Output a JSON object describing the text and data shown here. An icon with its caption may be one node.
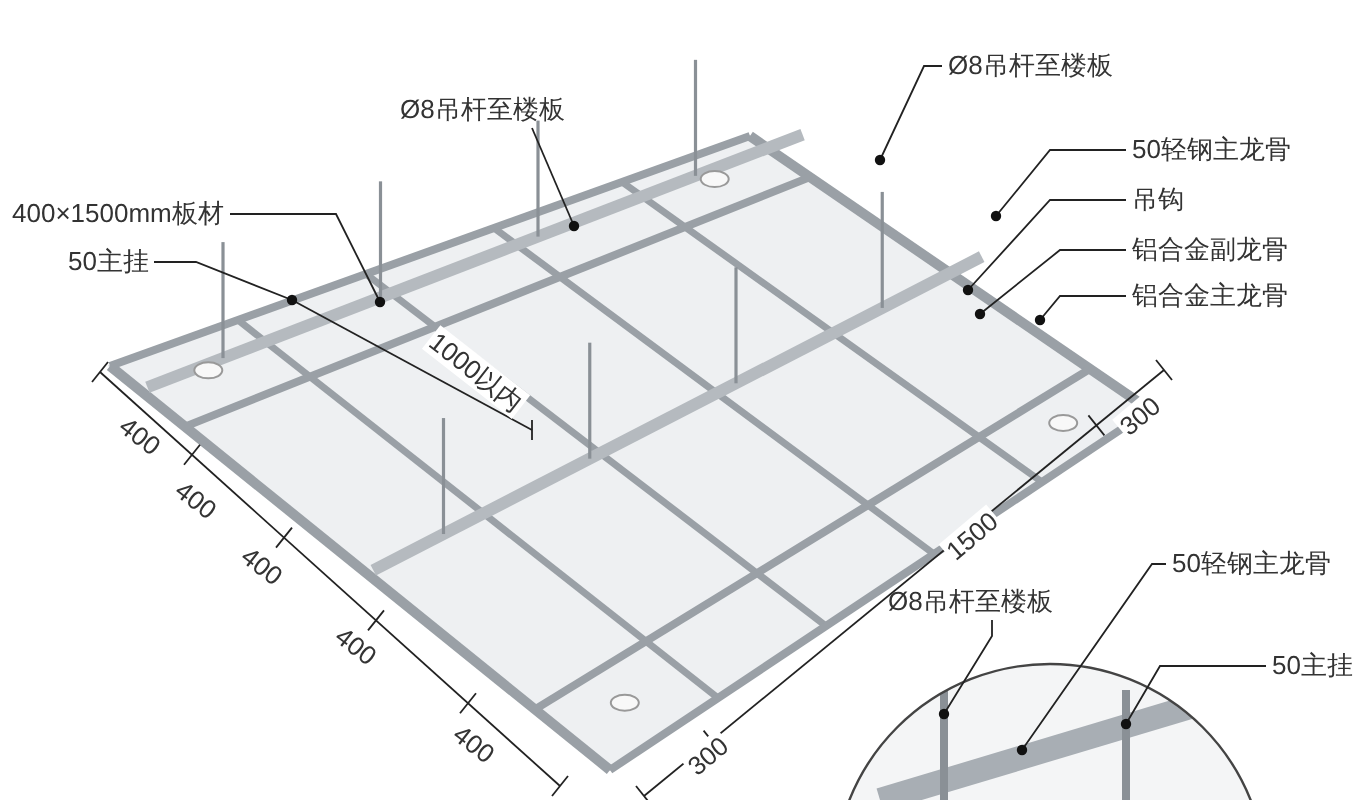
{
  "diagram": {
    "nodes": [
      {
        "text": [
          "Ø8吊杆至楼板"
        ]
      },
      {
        "text": [
          "Ø8吊杆至楼板"
        ]
      },
      {
        "text": [
          "400×1500mm板材"
        ]
      },
      {
        "text": [
          "50主挂"
        ]
      },
      {
        "text": [
          "50轻钢主龙骨"
        ]
      },
      {
        "text": [
          "吊钩"
        ]
      },
      {
        "text": [
          "铝合金副龙骨"
        ]
      },
      {
        "text": [
          "铝合金主龙骨"
        ]
      },
      {
        "text": [
          "Ø8吊杆至楼板"
        ]
      },
      {
        "text": [
          "50轻钢主龙骨"
        ]
      },
      {
        "text": [
          "50主挂"
        ]
      },
      {
        "text": [],
        "shape": "picture"
      }
    ],
    "edges": [
      {
        "from": 0,
        "to": null,
        "arrow": "other"
      },
      {
        "from": 1,
        "to": null,
        "arrow": "other"
      },
      {
        "from": 2,
        "to": null,
        "arrow": "other"
      },
      {
        "from": 3,
        "to": null,
        "arrow": "other"
      },
      {
        "from": 4,
        "to": null,
        "arrow": "other"
      },
      {
        "from": 5,
        "to": null,
        "arrow": "other"
      },
      {
        "from": 6,
        "to": null,
        "arrow": "other"
      },
      {
        "from": 7,
        "to": null,
        "arrow": "other"
      },
      {
        "from": 8,
        "to": 11,
        "arrow": "other"
      },
      {
        "from": 9,
        "to": 11,
        "arrow": "other"
      },
      {
        "from": 10,
        "to": 11,
        "arrow": "other"
      }
    ],
    "labels": [
      "1000以内",
      "400",
      "400",
      "400",
      "400",
      "400",
      "300",
      "1500",
      "300"
    ]
  }
}
